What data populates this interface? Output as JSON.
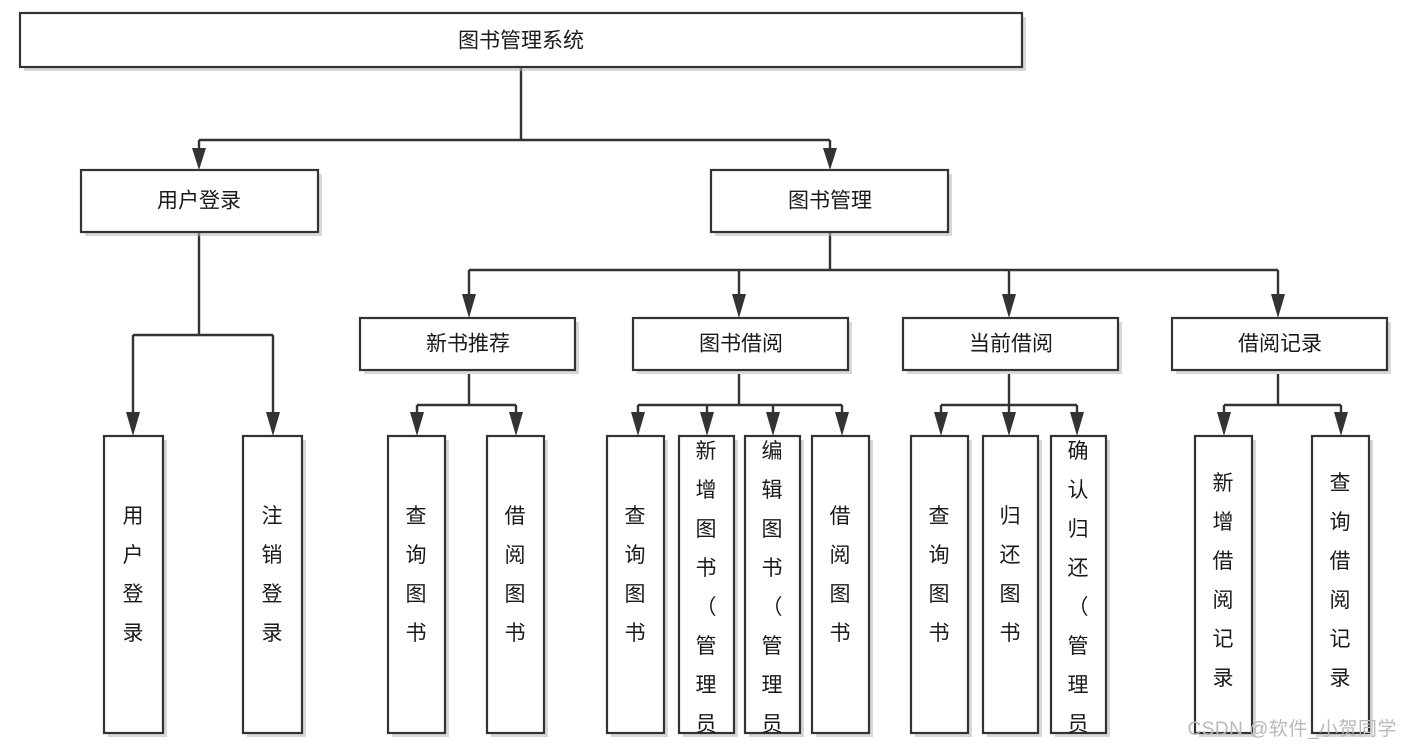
{
  "diagram": {
    "title": "图书管理系统",
    "type": "tree-hierarchy-chart",
    "colors": {
      "box_stroke": "#333333",
      "box_fill": "#ffffff",
      "connector": "#333333",
      "text": "#1a1a1a",
      "watermark": "#b9b9b9",
      "background": "#ffffff"
    },
    "root": {
      "label": "图书管理系统"
    },
    "level2": [
      {
        "label": "用户登录"
      },
      {
        "label": "图书管理"
      }
    ],
    "level3": [
      {
        "label": "新书推荐"
      },
      {
        "label": "图书借阅"
      },
      {
        "label": "当前借阅"
      },
      {
        "label": "借阅记录"
      }
    ],
    "leaves": {
      "user_login": [
        {
          "label": "用户登录"
        },
        {
          "label": "注销登录"
        }
      ],
      "new_book_recommend": [
        {
          "label": "查询图书"
        },
        {
          "label": "借阅图书"
        }
      ],
      "book_borrow": [
        {
          "label": "查询图书"
        },
        {
          "label": "新增图书（管理员）"
        },
        {
          "label": "编辑图书（管理员）"
        },
        {
          "label": "借阅图书"
        }
      ],
      "current_borrow": [
        {
          "label": "查询图书"
        },
        {
          "label": "归还图书"
        },
        {
          "label": "确认归还（管理员）"
        }
      ],
      "borrow_record": [
        {
          "label": "新增借阅记录"
        },
        {
          "label": "查询借阅记录"
        }
      ]
    }
  },
  "watermark": {
    "text": "CSDN @软件_小贺同学"
  }
}
